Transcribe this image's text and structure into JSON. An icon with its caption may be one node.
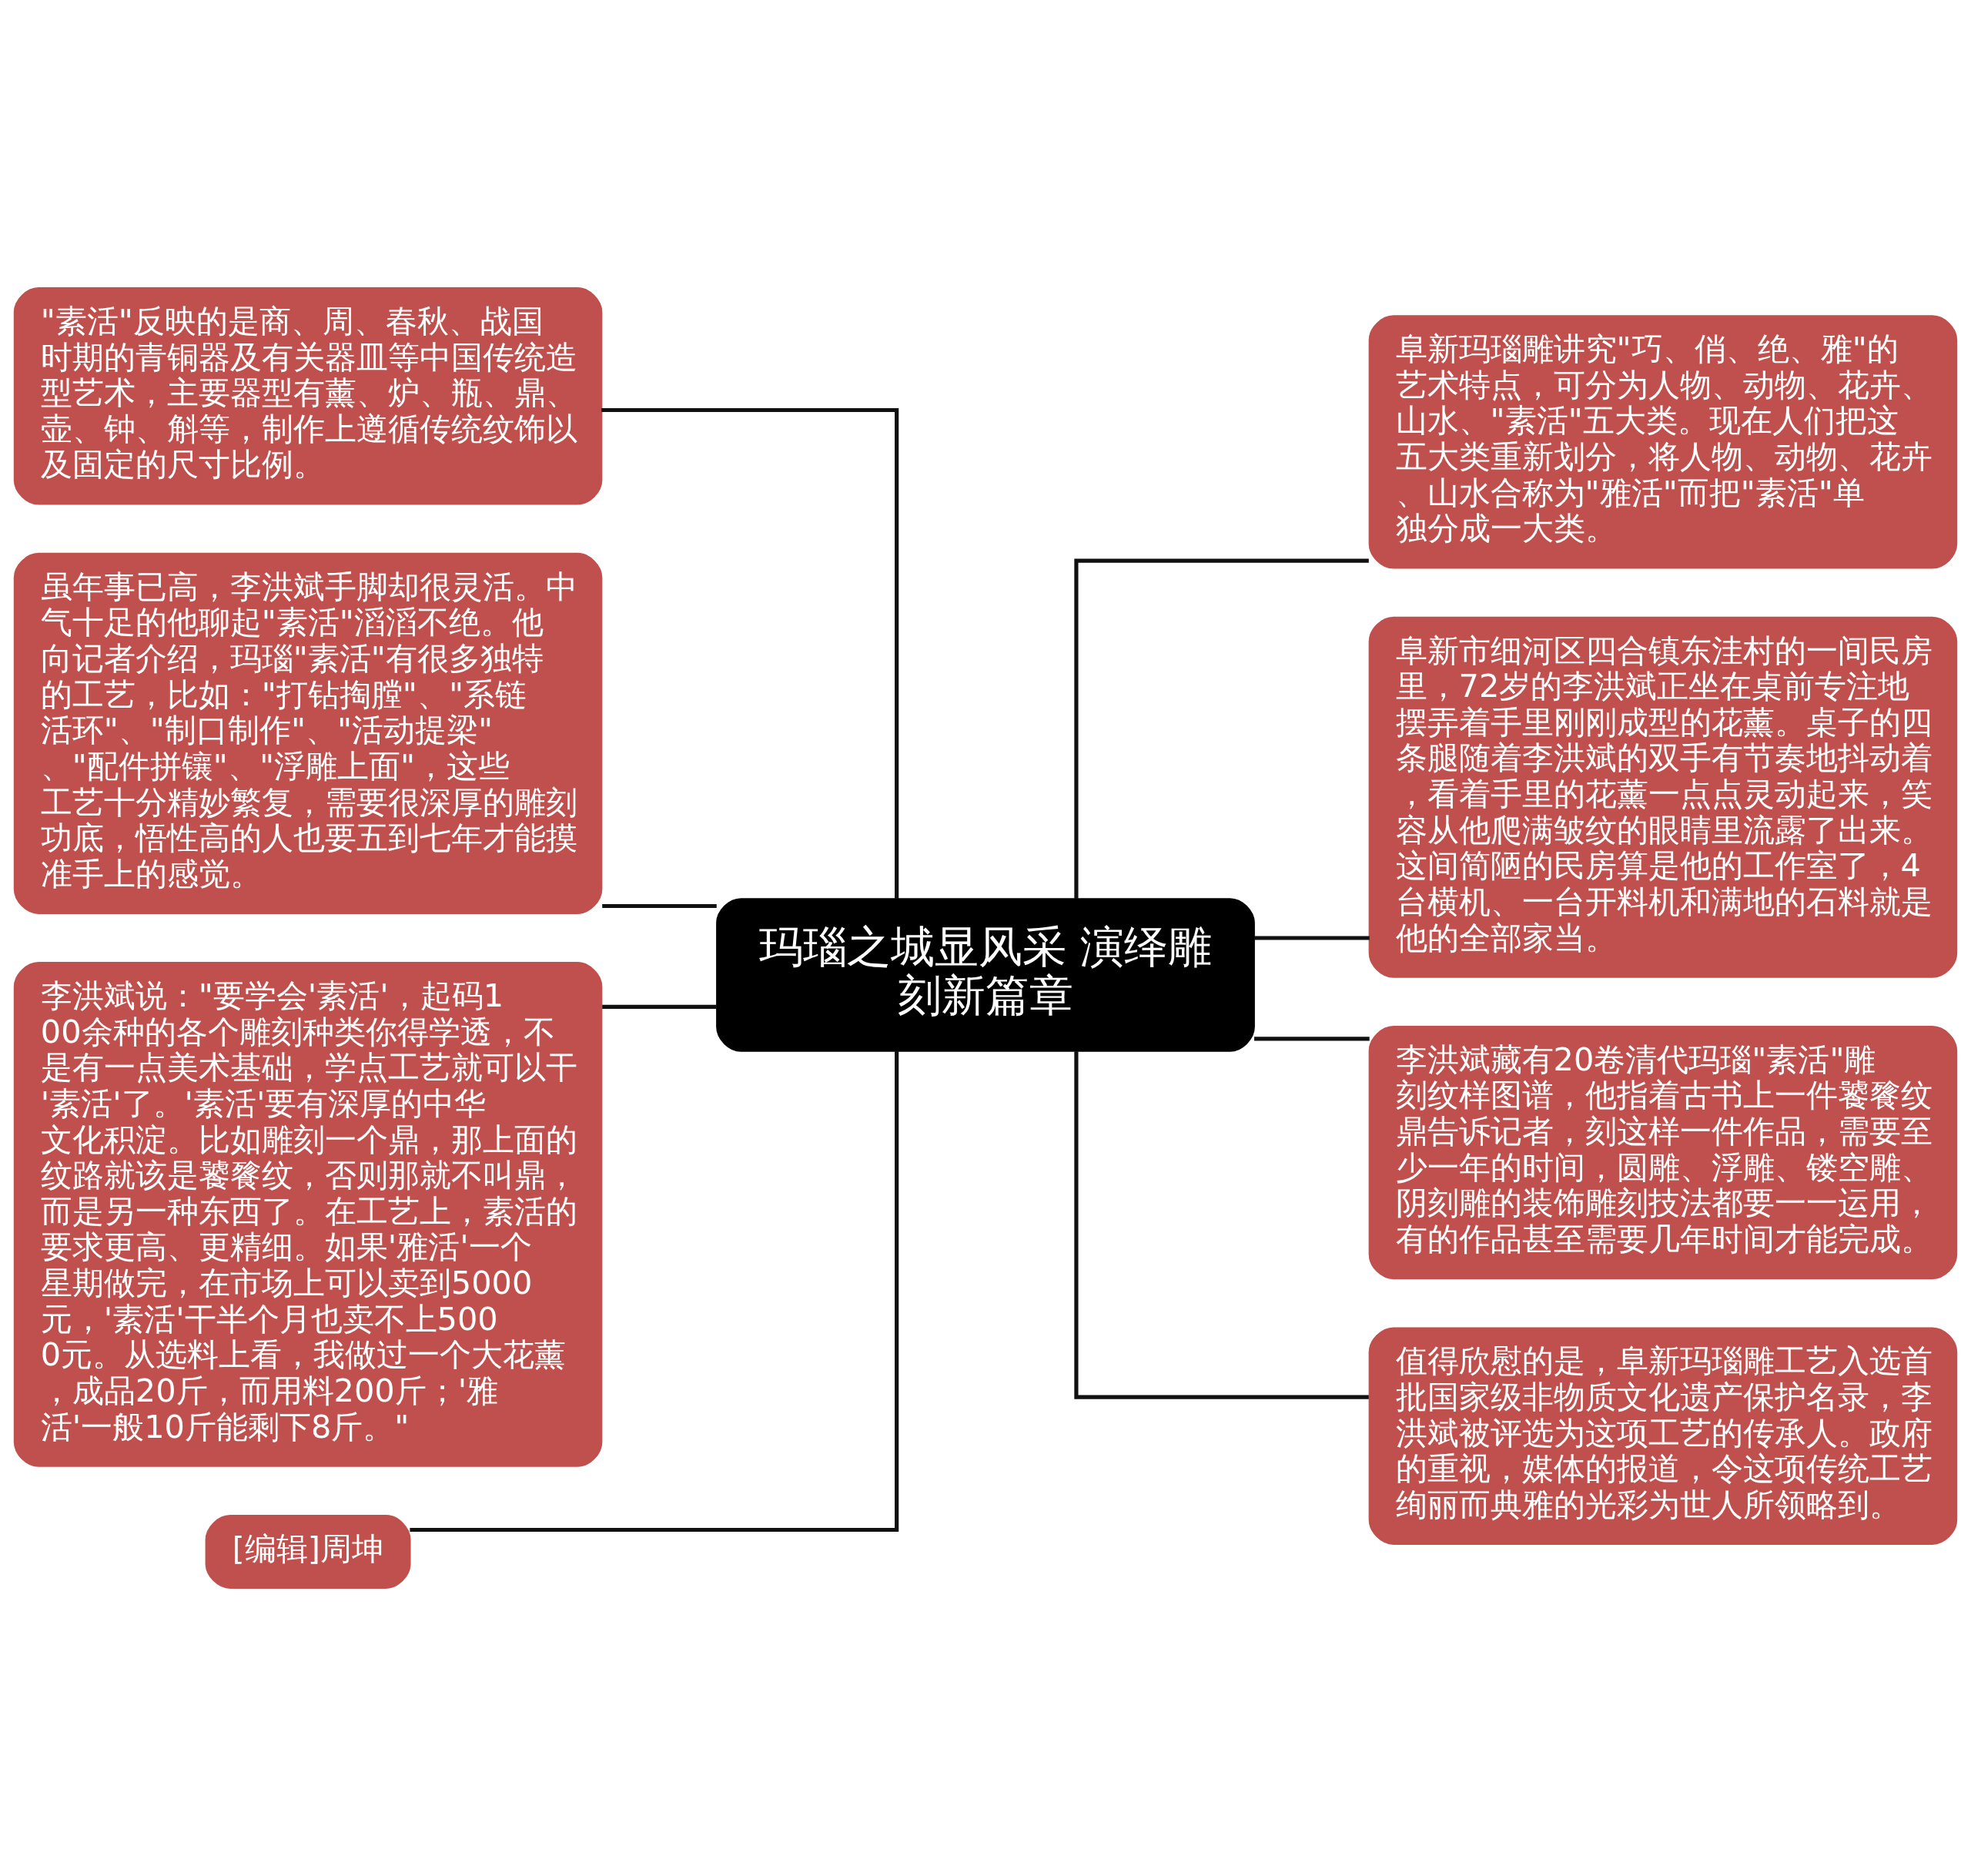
{
  "diagram": {
    "nodes": [
      {
        "text": [
          "玛瑙之城显风采 演绎雕刻新篇章"
        ]
      },
      {
        "text": [
          "\"素活\"反映的是商、周、春秋、战国时期的青铜器及有关器皿等中国传统造型艺术，主要器型有薰、炉、瓶、鼎、壶、钟、斛等，制作上遵循传统纹饰以及固定的尺寸比例。"
        ]
      },
      {
        "text": [
          "虽年事已高，李洪斌手脚却很灵活。中气十足的他聊起\"素活\"滔滔不绝。他向记者介绍，玛瑙\"素活\"有很多独特的工艺，比如：\"打钻掏膛\"、\"系链活环\"、\"制口制作\"、\"活动提梁\"、\"配件拼镶\"、\"浮雕上面\"，这些工艺十分精妙繁复，需要很深厚的雕刻功底，悟性高的人也要五到七年才能摸准手上的感觉。"
        ]
      },
      {
        "text": [
          "李洪斌说：\"要学会'素活'，起码100余种的各个雕刻种类你得学透，不是有一点美术基础，学点工艺就可以干'素活'了。'素活'要有深厚的中华文化积淀。比如雕刻一个鼎，那上面的纹路就该是饕餮纹，否则那就不叫鼎，而是另一种东西了。在工艺上，素活的要求更高、更精细。如果'雅活'一个星期做完，在市场上可以卖到5000元，'素活'干半个月也卖不上5000元。从选料上看，我做过一个大花薰，成品20斤，而用料200斤；'雅活'一般10斤能剩下8斤。\""
        ]
      },
      {
        "text": [
          "[编辑]周坤"
        ]
      },
      {
        "text": [
          "阜新玛瑙雕讲究\"巧、俏、绝、雅\"的艺术特点，可分为人物、动物、花卉、山水、\"素活\"五大类。现在人们把这五大类重新划分，将人物、动物、花卉、山水合称为\"雅活\"而把\"素活\"单独分成一大类。"
        ]
      },
      {
        "text": [
          "阜新市细河区四合镇东洼村的一间民房里，72岁的李洪斌正坐在桌前专注地摆弄着手里刚刚成型的花薰。桌子的四条腿随着李洪斌的双手有节奏地抖动着，看着手里的花薰一点点灵动起来，笑容从他爬满皱纹的眼睛里流露了出来。这间简陋的民房算是他的工作室了，4台横机、一台开料机和满地的石料就是他的全部家当。"
        ]
      },
      {
        "text": [
          "李洪斌藏有20卷清代玛瑙\"素活\"雕刻纹样图谱，他指着古书上一件饕餮纹鼎告诉记者，刻这样一件作品，需要至少一年的时间，圆雕、浮雕、镂空雕、阴刻雕的装饰雕刻技法都要一一运用，有的作品甚至需要几年时间才能完成。"
        ]
      },
      {
        "text": [
          "值得欣慰的是，阜新玛瑙雕工艺入选首批国家级非物质文化遗产保护名录，李洪斌被评选为这项工艺的传承人。政府的重视，媒体的报道，令这项传统工艺绚丽而典雅的光彩为世人所领略到。"
        ]
      }
    ],
    "edges": [
      {
        "from": 0,
        "to": 1,
        "arrow": "none"
      },
      {
        "from": 0,
        "to": 2,
        "arrow": "none"
      },
      {
        "from": 0,
        "to": 3,
        "arrow": "none"
      },
      {
        "from": 0,
        "to": 4,
        "arrow": "none"
      },
      {
        "from": 0,
        "to": 5,
        "arrow": "none"
      },
      {
        "from": 0,
        "to": 6,
        "arrow": "none"
      },
      {
        "from": 0,
        "to": 7,
        "arrow": "none"
      },
      {
        "from": 0,
        "to": 8,
        "arrow": "none"
      }
    ]
  }
}
